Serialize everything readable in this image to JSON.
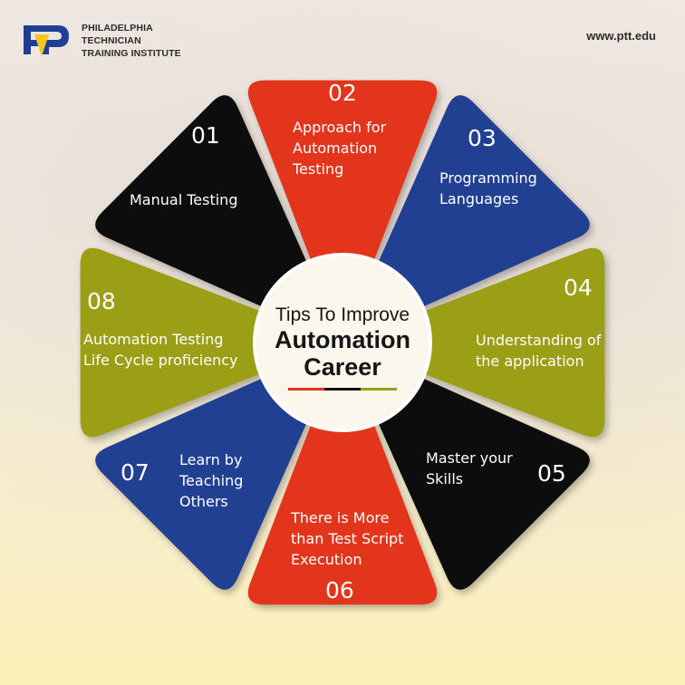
{
  "header": {
    "brand_lines": [
      "PHILADELPHIA",
      "TECHNICIAN",
      "TRAINING INSTITUTE"
    ],
    "website": "www.ptt.edu"
  },
  "colors": {
    "red": "#e2341f",
    "blue": "#243f92",
    "olive": "#9a9f19",
    "black": "#0e0e10",
    "logo_blue": "#1f3f97",
    "logo_yellow": "#f4c51e"
  },
  "center": {
    "line1": "Tips To Improve",
    "line2": "Automation",
    "line3": "Career"
  },
  "tips": [
    {
      "number": "01",
      "lines": [
        "Manual Testing"
      ],
      "color": "black"
    },
    {
      "number": "02",
      "lines": [
        "Approach for",
        "Automation",
        "Testing"
      ],
      "color": "red"
    },
    {
      "number": "03",
      "lines": [
        "Programming",
        "Languages"
      ],
      "color": "blue"
    },
    {
      "number": "04",
      "lines": [
        "Understanding of",
        "the application"
      ],
      "color": "olive"
    },
    {
      "number": "05",
      "lines": [
        "Master your",
        "Skills"
      ],
      "color": "black"
    },
    {
      "number": "06",
      "lines": [
        "There is More",
        "than Test Script",
        "Execution"
      ],
      "color": "red"
    },
    {
      "number": "07",
      "lines": [
        "Learn by",
        "Teaching",
        "Others"
      ],
      "color": "blue"
    },
    {
      "number": "08",
      "lines": [
        "Automation Testing",
        "Life Cycle proficiency"
      ],
      "color": "olive"
    }
  ]
}
